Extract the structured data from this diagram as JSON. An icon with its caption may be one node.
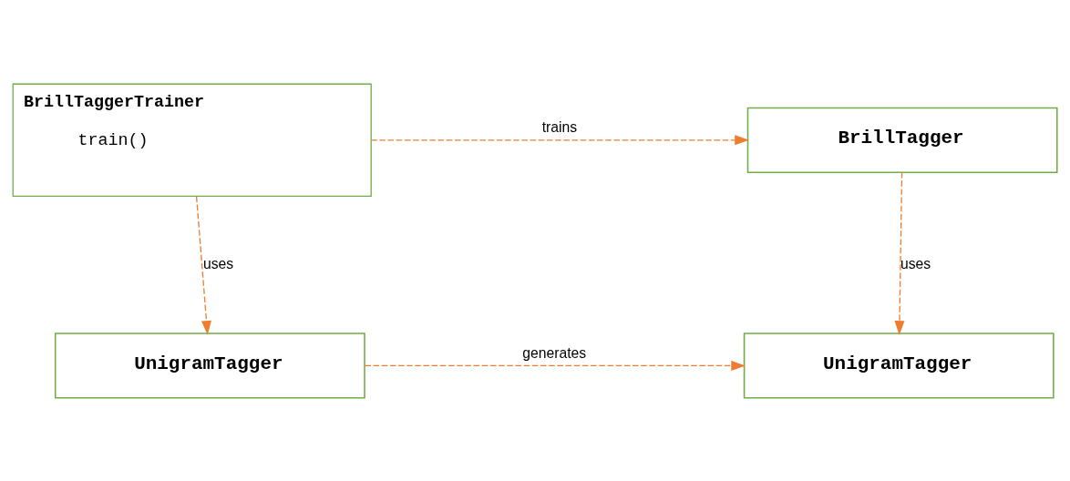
{
  "diagram": {
    "nodes": [
      {
        "text": [
          "BrillTaggerTrainer",
          "train()"
        ]
      },
      {
        "text": [
          "BrillTagger"
        ]
      },
      {
        "text": [
          "UnigramTagger"
        ]
      },
      {
        "text": [
          "UnigramTagger"
        ]
      }
    ],
    "edges": [
      {
        "from": 0,
        "to": 1,
        "arrow": "to",
        "label": "trains"
      },
      {
        "from": 0,
        "to": 2,
        "arrow": "to",
        "label": "uses"
      },
      {
        "from": 1,
        "to": 3,
        "arrow": "to",
        "label": "uses"
      },
      {
        "from": 2,
        "to": 3,
        "arrow": "to",
        "label": "generates"
      }
    ]
  }
}
